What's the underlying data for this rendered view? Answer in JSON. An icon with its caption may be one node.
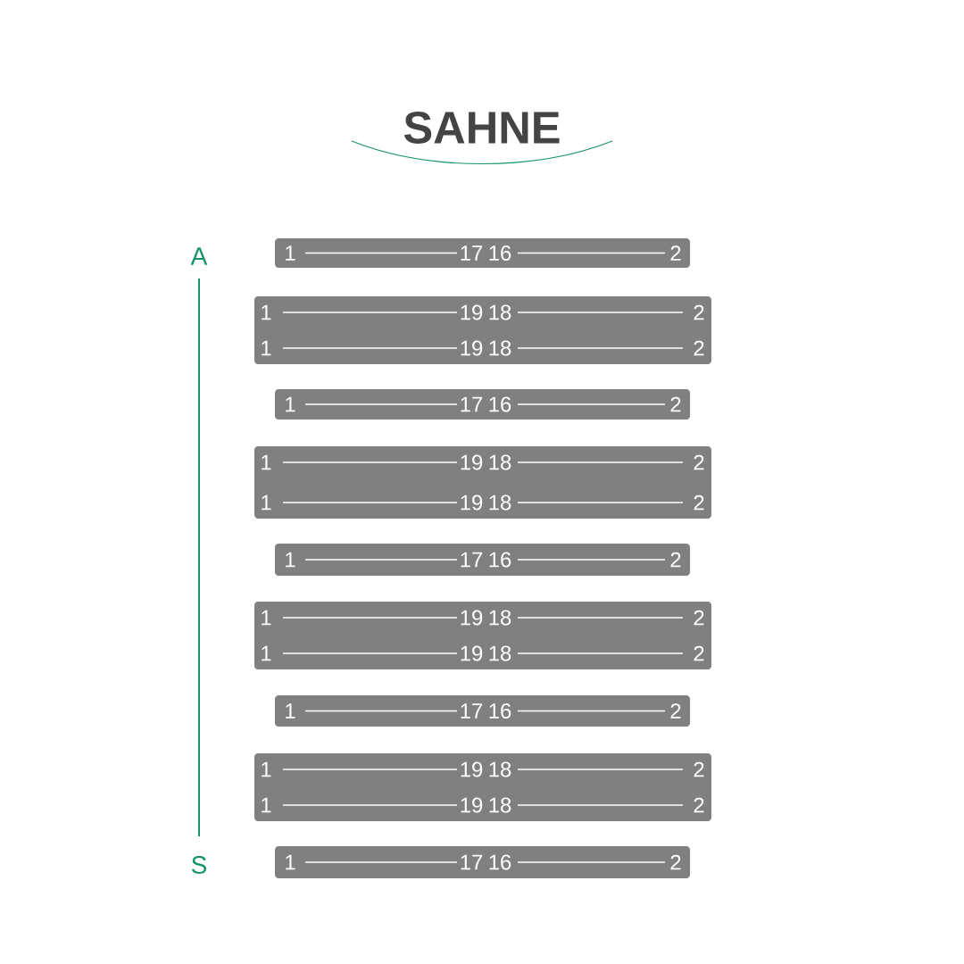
{
  "diagram": {
    "title": "SAHNE",
    "nodes": [
      {
        "text": [
          "1",
          "17",
          "16",
          "2"
        ]
      },
      {
        "text": [
          "1",
          "19",
          "18",
          "2",
          "1",
          "19",
          "18",
          "2"
        ]
      },
      {
        "text": [
          "1",
          "17",
          "16",
          "2"
        ]
      },
      {
        "text": [
          "1",
          "19",
          "18",
          "2",
          "1",
          "19",
          "18",
          "2"
        ]
      },
      {
        "text": [
          "1",
          "17",
          "16",
          "2"
        ]
      },
      {
        "text": [
          "1",
          "19",
          "18",
          "2",
          "1",
          "19",
          "18",
          "2"
        ]
      },
      {
        "text": [
          "1",
          "17",
          "16",
          "2"
        ]
      },
      {
        "text": [
          "1",
          "19",
          "18",
          "2",
          "1",
          "19",
          "18",
          "2"
        ]
      },
      {
        "text": [
          "1",
          "17",
          "16",
          "2"
        ]
      }
    ],
    "labels": [
      "A",
      "S"
    ]
  }
}
